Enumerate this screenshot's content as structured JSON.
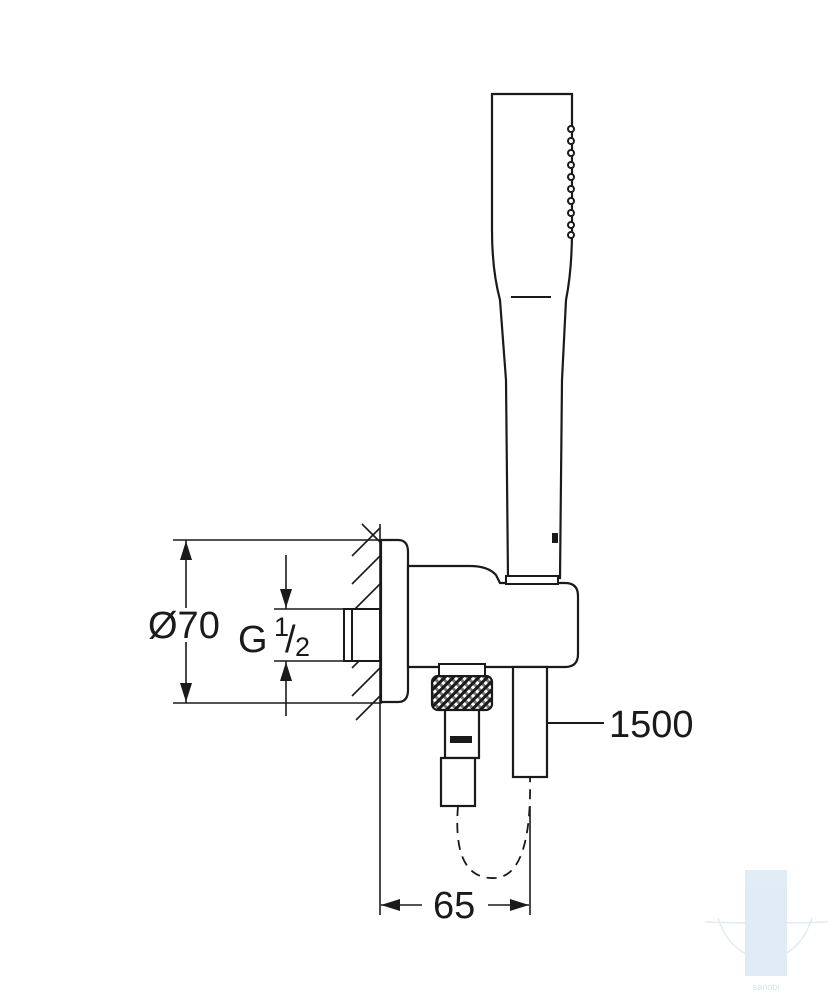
{
  "dimensions": {
    "diameter": "Ø70",
    "thread_prefix": "G",
    "thread_numerator": "1",
    "thread_slash": "/",
    "thread_denominator": "2",
    "hose_length": "1500",
    "projection": "65"
  },
  "watermark": {
    "text": "sanobi"
  },
  "colors": {
    "line": "#1a1a1a",
    "background": "#ffffff",
    "watermark": "#c9dcef"
  }
}
